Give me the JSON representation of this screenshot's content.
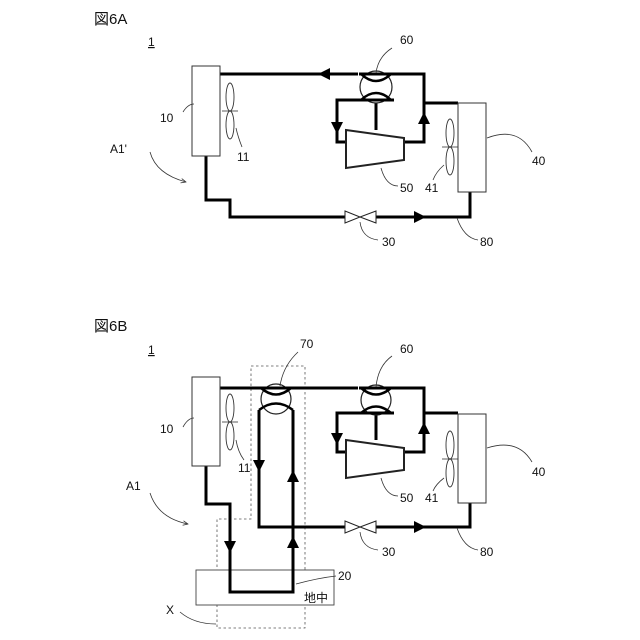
{
  "figure_a": {
    "title": "図6A",
    "system_ref": "1",
    "circuit_ref": "A1'",
    "labels": {
      "indoor_unit": "10",
      "indoor_fan": "11",
      "four_way_valve": "60",
      "outdoor_unit": "40",
      "outdoor_fan": "41",
      "compressor": "50",
      "expansion_valve": "30",
      "pipe": "80"
    }
  },
  "figure_b": {
    "title": "図6B",
    "system_ref": "1",
    "circuit_ref": "A1",
    "labels": {
      "indoor_unit": "10",
      "indoor_fan": "11",
      "switching_valve": "70",
      "four_way_valve": "60",
      "outdoor_unit": "40",
      "outdoor_fan": "41",
      "compressor": "50",
      "expansion_valve": "30",
      "pipe": "80",
      "ground_exchanger": "20",
      "region": "X"
    },
    "ground_text": "地中"
  }
}
